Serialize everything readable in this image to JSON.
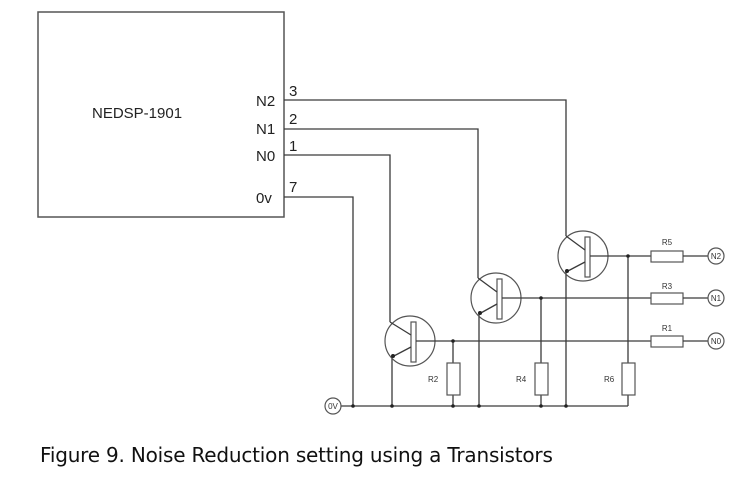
{
  "chip": {
    "label": "NEDSP-1901",
    "pins": [
      {
        "name": "N2",
        "number": "3"
      },
      {
        "name": "N1",
        "number": "2"
      },
      {
        "name": "N0",
        "number": "1"
      },
      {
        "name": "0v",
        "number": "7"
      }
    ]
  },
  "transistors": [
    {
      "id": "T1",
      "driven_by": "N0"
    },
    {
      "id": "T2",
      "driven_by": "N1"
    },
    {
      "id": "T3",
      "driven_by": "N2"
    }
  ],
  "resistors": {
    "series": [
      {
        "label": "R5",
        "output": "N2"
      },
      {
        "label": "R3",
        "output": "N1"
      },
      {
        "label": "R1",
        "output": "N0"
      }
    ],
    "pulldown": [
      {
        "label": "R2"
      },
      {
        "label": "R4"
      },
      {
        "label": "R6"
      }
    ]
  },
  "terminals": {
    "ground": "0V",
    "outputs": [
      "N2",
      "N1",
      "N0"
    ]
  },
  "caption": "Figure 9. Noise Reduction setting using a Transistors"
}
